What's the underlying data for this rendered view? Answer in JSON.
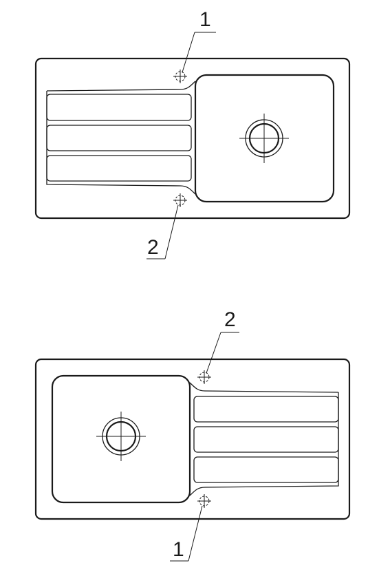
{
  "drawing": {
    "colors": {
      "line": "#1a1a1a",
      "background": "#ffffff"
    },
    "views": [
      {
        "id": "top-view",
        "callouts": [
          {
            "label": "1"
          },
          {
            "label": "2"
          }
        ]
      },
      {
        "id": "bottom-view",
        "callouts": [
          {
            "label": "2"
          },
          {
            "label": "1"
          }
        ]
      }
    ]
  }
}
